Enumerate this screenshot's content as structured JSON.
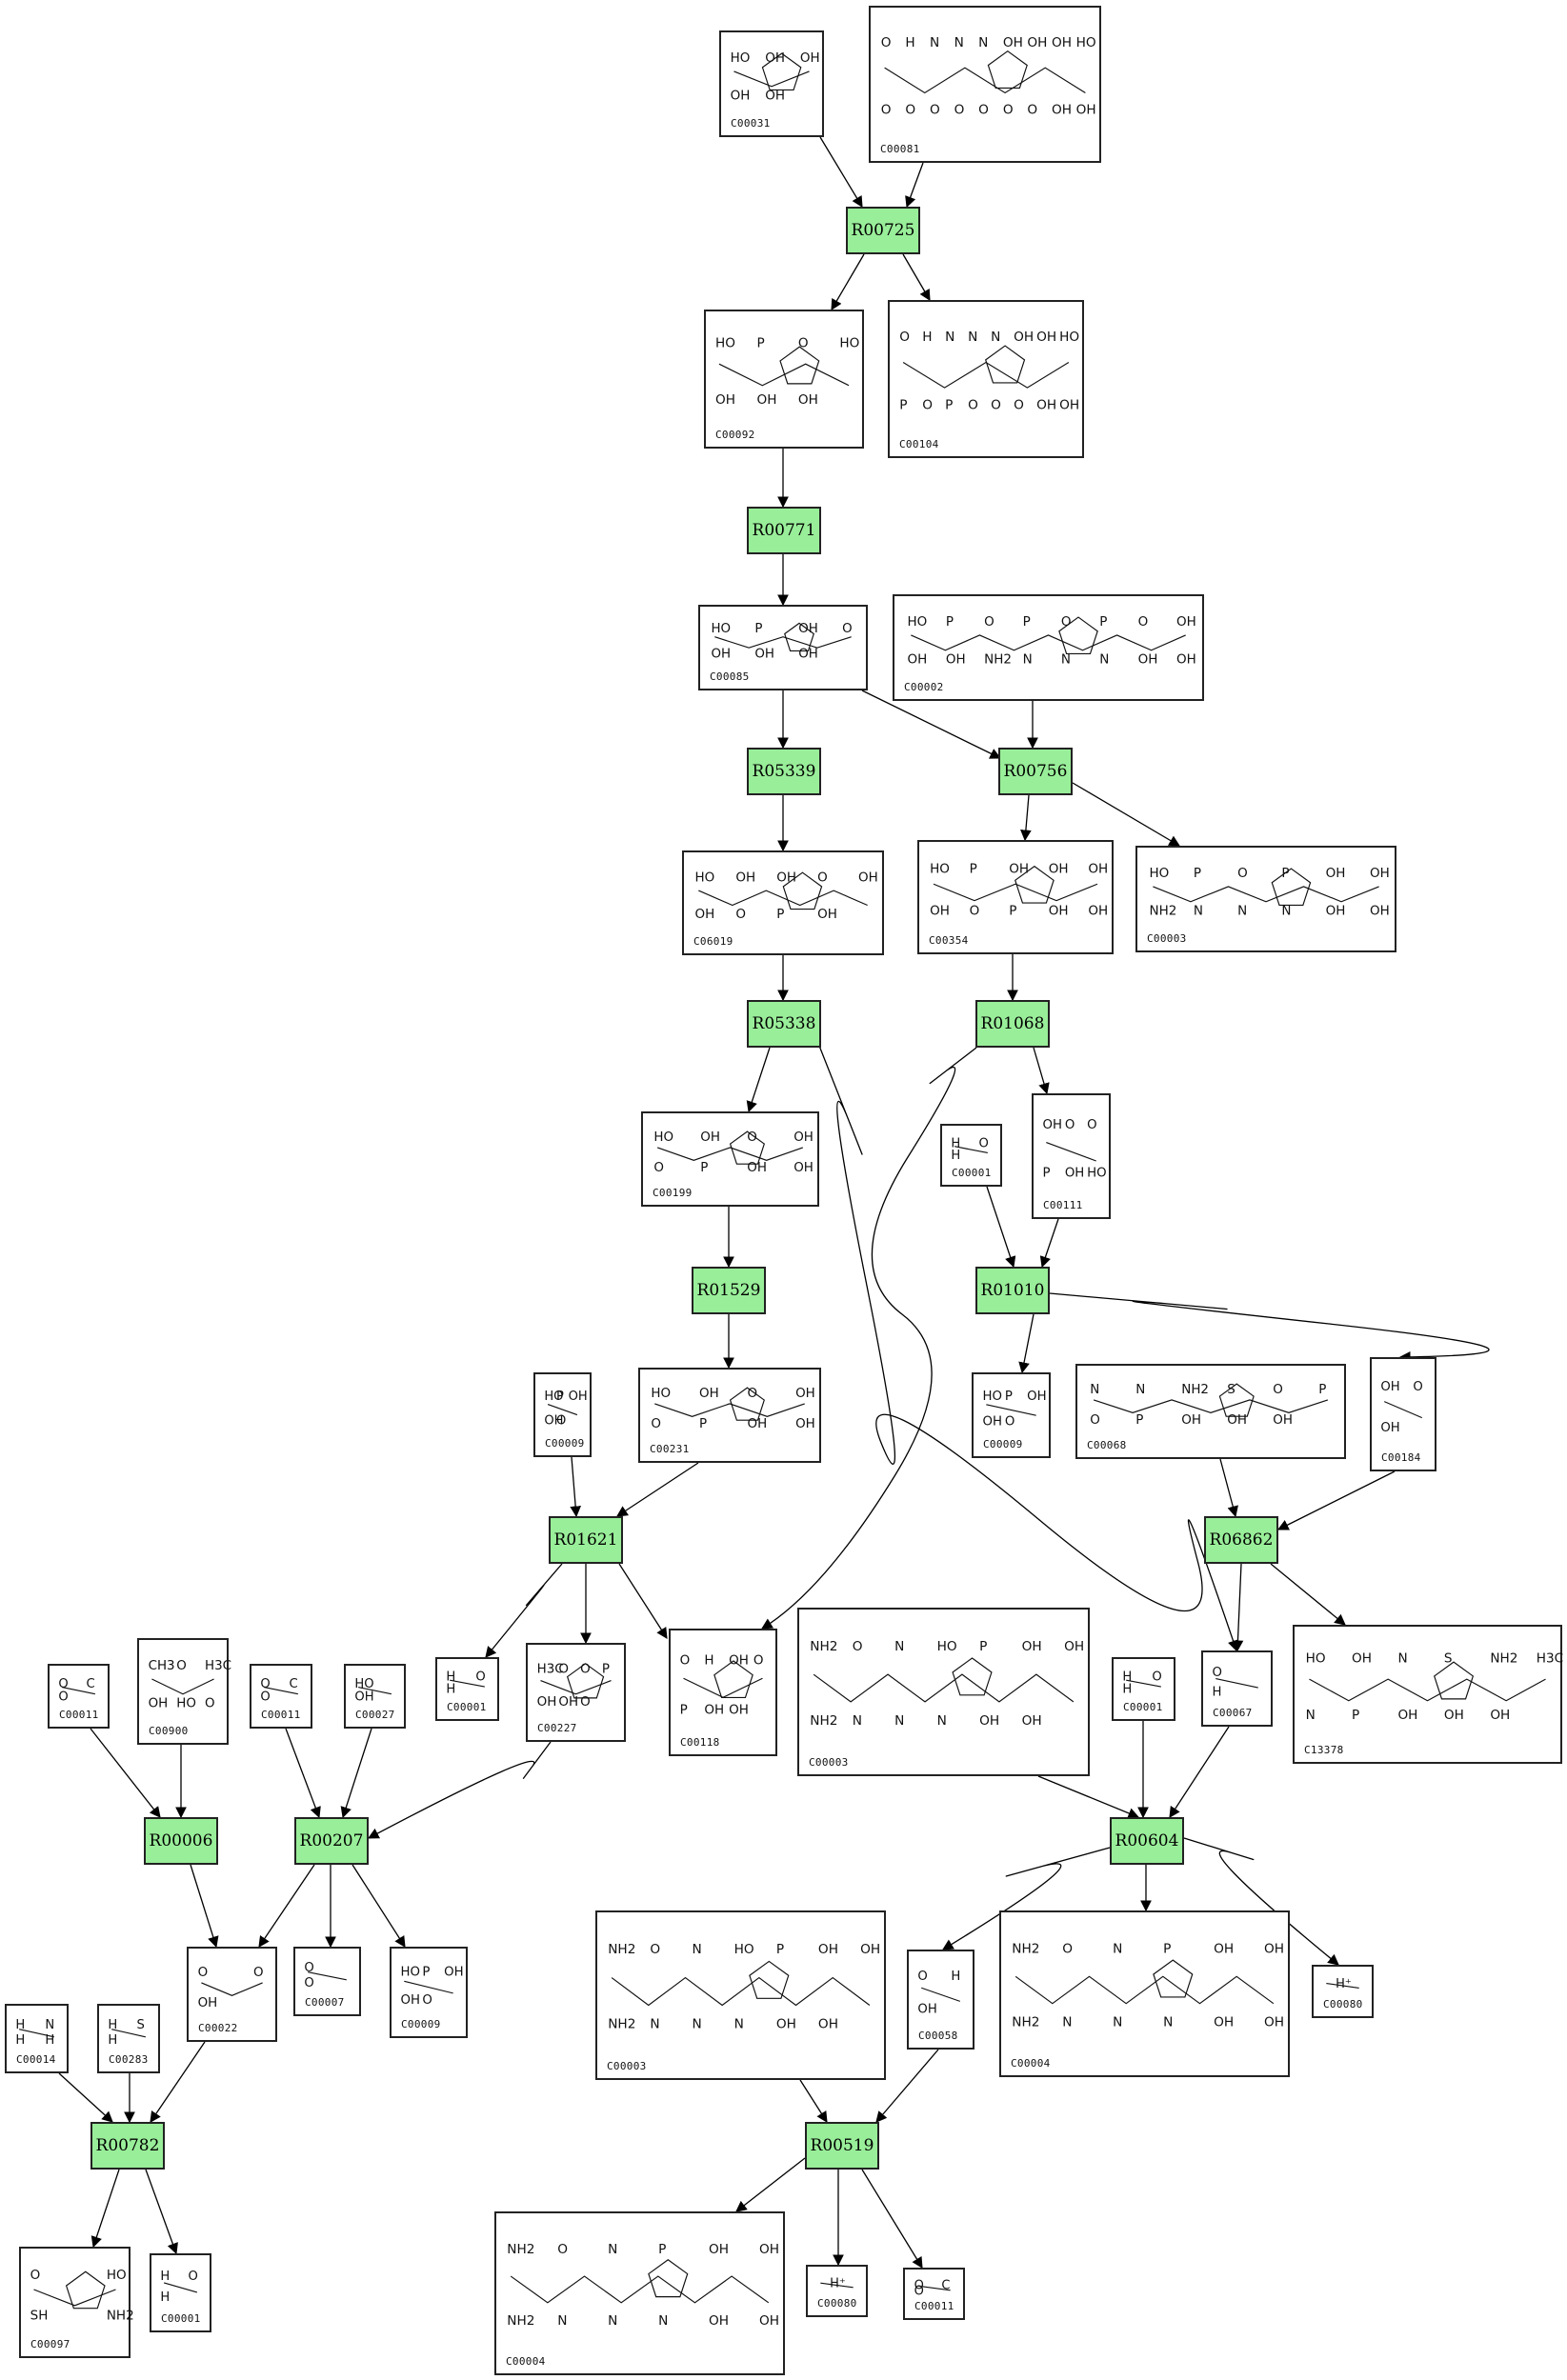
{
  "reactions": [
    {
      "id": "R00725"
    },
    {
      "id": "R00771"
    },
    {
      "id": "R05339"
    },
    {
      "id": "R00756"
    },
    {
      "id": "R05338"
    },
    {
      "id": "R01068"
    },
    {
      "id": "R01529"
    },
    {
      "id": "R01010"
    },
    {
      "id": "R01621"
    },
    {
      "id": "R06862"
    },
    {
      "id": "R00006"
    },
    {
      "id": "R00207"
    },
    {
      "id": "R00604"
    },
    {
      "id": "R00782"
    },
    {
      "id": "R00519"
    }
  ],
  "compounds": [
    {
      "node": "c1",
      "id": "C00031",
      "labels": [
        "HO",
        "OH",
        "OH",
        "OH",
        "OH"
      ]
    },
    {
      "node": "c2",
      "id": "C00081",
      "labels": [
        "O",
        "H",
        "N",
        "N",
        "N",
        "OH",
        "OH",
        "OH",
        "HO",
        "O",
        "O",
        "O",
        "O",
        "O",
        "O",
        "O",
        "OH",
        "OH"
      ]
    },
    {
      "node": "c3",
      "id": "C00092",
      "labels": [
        "HO",
        "P",
        "O",
        "HO",
        "OH",
        "OH",
        "OH"
      ]
    },
    {
      "node": "c4",
      "id": "C00104",
      "labels": [
        "O",
        "H",
        "N",
        "N",
        "N",
        "OH",
        "OH",
        "HO",
        "P",
        "O",
        "P",
        "O",
        "O",
        "O",
        "OH",
        "OH"
      ]
    },
    {
      "node": "c5",
      "id": "C00085",
      "labels": [
        "HO",
        "P",
        "OH",
        "O",
        "OH",
        "OH",
        "OH"
      ]
    },
    {
      "node": "c6",
      "id": "C00002",
      "labels": [
        "HO",
        "P",
        "O",
        "P",
        "O",
        "P",
        "O",
        "OH",
        "OH",
        "OH",
        "NH2",
        "N",
        "N",
        "N",
        "OH",
        "OH"
      ]
    },
    {
      "node": "c7",
      "id": "C06019",
      "labels": [
        "HO",
        "OH",
        "OH",
        "O",
        "OH",
        "OH",
        "O",
        "P",
        "OH"
      ]
    },
    {
      "node": "c8",
      "id": "C00354",
      "labels": [
        "HO",
        "P",
        "OH",
        "OH",
        "OH",
        "OH",
        "O",
        "P",
        "OH",
        "OH"
      ]
    },
    {
      "node": "c9",
      "id": "C00003",
      "labels": [
        "HO",
        "P",
        "O",
        "P",
        "OH",
        "OH",
        "NH2",
        "N",
        "N",
        "N",
        "OH",
        "OH"
      ]
    },
    {
      "node": "c10",
      "id": "C00199",
      "labels": [
        "HO",
        "OH",
        "O",
        "OH",
        "O",
        "P",
        "OH",
        "OH"
      ]
    },
    {
      "node": "c11",
      "id": "C00001",
      "labels": [
        "H",
        "O",
        "H"
      ]
    },
    {
      "node": "c12",
      "id": "C00111",
      "labels": [
        "OH",
        "O",
        "O",
        "P",
        "OH",
        "HO"
      ]
    },
    {
      "node": "c13",
      "id": "C00231",
      "labels": [
        "HO",
        "OH",
        "O",
        "OH",
        "O",
        "P",
        "OH",
        "OH"
      ]
    },
    {
      "node": "c14",
      "id": "C00009",
      "labels": [
        "HO",
        "P",
        "OH",
        "OH",
        "O"
      ]
    },
    {
      "node": "c15",
      "id": "C00009",
      "labels": [
        "HO",
        "P",
        "OH",
        "OH",
        "O"
      ]
    },
    {
      "node": "c16",
      "id": "C00068",
      "labels": [
        "N",
        "N",
        "NH2",
        "S",
        "O",
        "P",
        "O",
        "P",
        "OH",
        "OH",
        "OH"
      ]
    },
    {
      "node": "c17",
      "id": "C00184",
      "labels": [
        "OH",
        "O",
        "OH"
      ]
    },
    {
      "node": "c18",
      "id": "C00011",
      "labels": [
        "O",
        "C",
        "O"
      ]
    },
    {
      "node": "c19",
      "id": "C00900",
      "labels": [
        "CH3",
        "O",
        "H3C",
        "OH",
        "HO",
        "O"
      ]
    },
    {
      "node": "c20",
      "id": "C00011",
      "labels": [
        "O",
        "C",
        "O"
      ]
    },
    {
      "node": "c21",
      "id": "C00027",
      "labels": [
        "HO",
        "OH"
      ]
    },
    {
      "node": "c22",
      "id": "C00001",
      "labels": [
        "H",
        "O",
        "H"
      ]
    },
    {
      "node": "c23",
      "id": "C00227",
      "labels": [
        "H3C",
        "O",
        "O",
        "P",
        "OH",
        "OH",
        "O"
      ]
    },
    {
      "node": "c24",
      "id": "C00118",
      "labels": [
        "O",
        "H",
        "OH",
        "O",
        "P",
        "OH",
        "OH"
      ]
    },
    {
      "node": "c25",
      "id": "C00003",
      "labels": [
        "NH2",
        "O",
        "N",
        "HO",
        "P",
        "OH",
        "OH",
        "NH2",
        "N",
        "N",
        "N",
        "OH",
        "OH"
      ]
    },
    {
      "node": "c26",
      "id": "C00001",
      "labels": [
        "H",
        "O",
        "H"
      ]
    },
    {
      "node": "c27",
      "id": "C00067",
      "labels": [
        "O",
        "H"
      ]
    },
    {
      "node": "c28",
      "id": "C13378",
      "labels": [
        "HO",
        "OH",
        "N",
        "S",
        "NH2",
        "H3C",
        "N",
        "P",
        "OH",
        "OH",
        "OH"
      ]
    },
    {
      "node": "c29",
      "id": "C00014",
      "labels": [
        "H",
        "N",
        "H",
        "H"
      ]
    },
    {
      "node": "c30",
      "id": "C00283",
      "labels": [
        "H",
        "S",
        "H"
      ]
    },
    {
      "node": "c31",
      "id": "C00022",
      "labels": [
        "O",
        "O",
        "OH"
      ]
    },
    {
      "node": "c32",
      "id": "C00007",
      "labels": [
        "O",
        "O"
      ]
    },
    {
      "node": "c33",
      "id": "C00009",
      "labels": [
        "HO",
        "P",
        "OH",
        "OH",
        "O"
      ]
    },
    {
      "node": "c34",
      "id": "C00058",
      "labels": [
        "O",
        "H",
        "OH"
      ]
    },
    {
      "node": "c35",
      "id": "C00003",
      "labels": [
        "NH2",
        "O",
        "N",
        "HO",
        "P",
        "OH",
        "OH",
        "NH2",
        "N",
        "N",
        "N",
        "OH",
        "OH"
      ]
    },
    {
      "node": "c36",
      "id": "C00004",
      "labels": [
        "NH2",
        "O",
        "N",
        "P",
        "OH",
        "OH",
        "NH2",
        "N",
        "N",
        "N",
        "OH",
        "OH"
      ]
    },
    {
      "node": "c37",
      "id": "H⁺",
      "sub": "C00080",
      "labels": []
    },
    {
      "node": "c38",
      "id": "C00097",
      "labels": [
        "O",
        "HO",
        "SH",
        "NH2"
      ]
    },
    {
      "node": "c39",
      "id": "C00001",
      "labels": [
        "H",
        "O",
        "H"
      ]
    },
    {
      "node": "c40",
      "id": "C00004",
      "labels": [
        "NH2",
        "O",
        "N",
        "P",
        "OH",
        "OH",
        "NH2",
        "N",
        "N",
        "N",
        "OH",
        "OH"
      ]
    },
    {
      "node": "c41",
      "id": "H⁺",
      "sub": "C00080",
      "labels": []
    },
    {
      "node": "c42",
      "id": "C00011",
      "labels": [
        "O",
        "C",
        "O"
      ]
    }
  ]
}
